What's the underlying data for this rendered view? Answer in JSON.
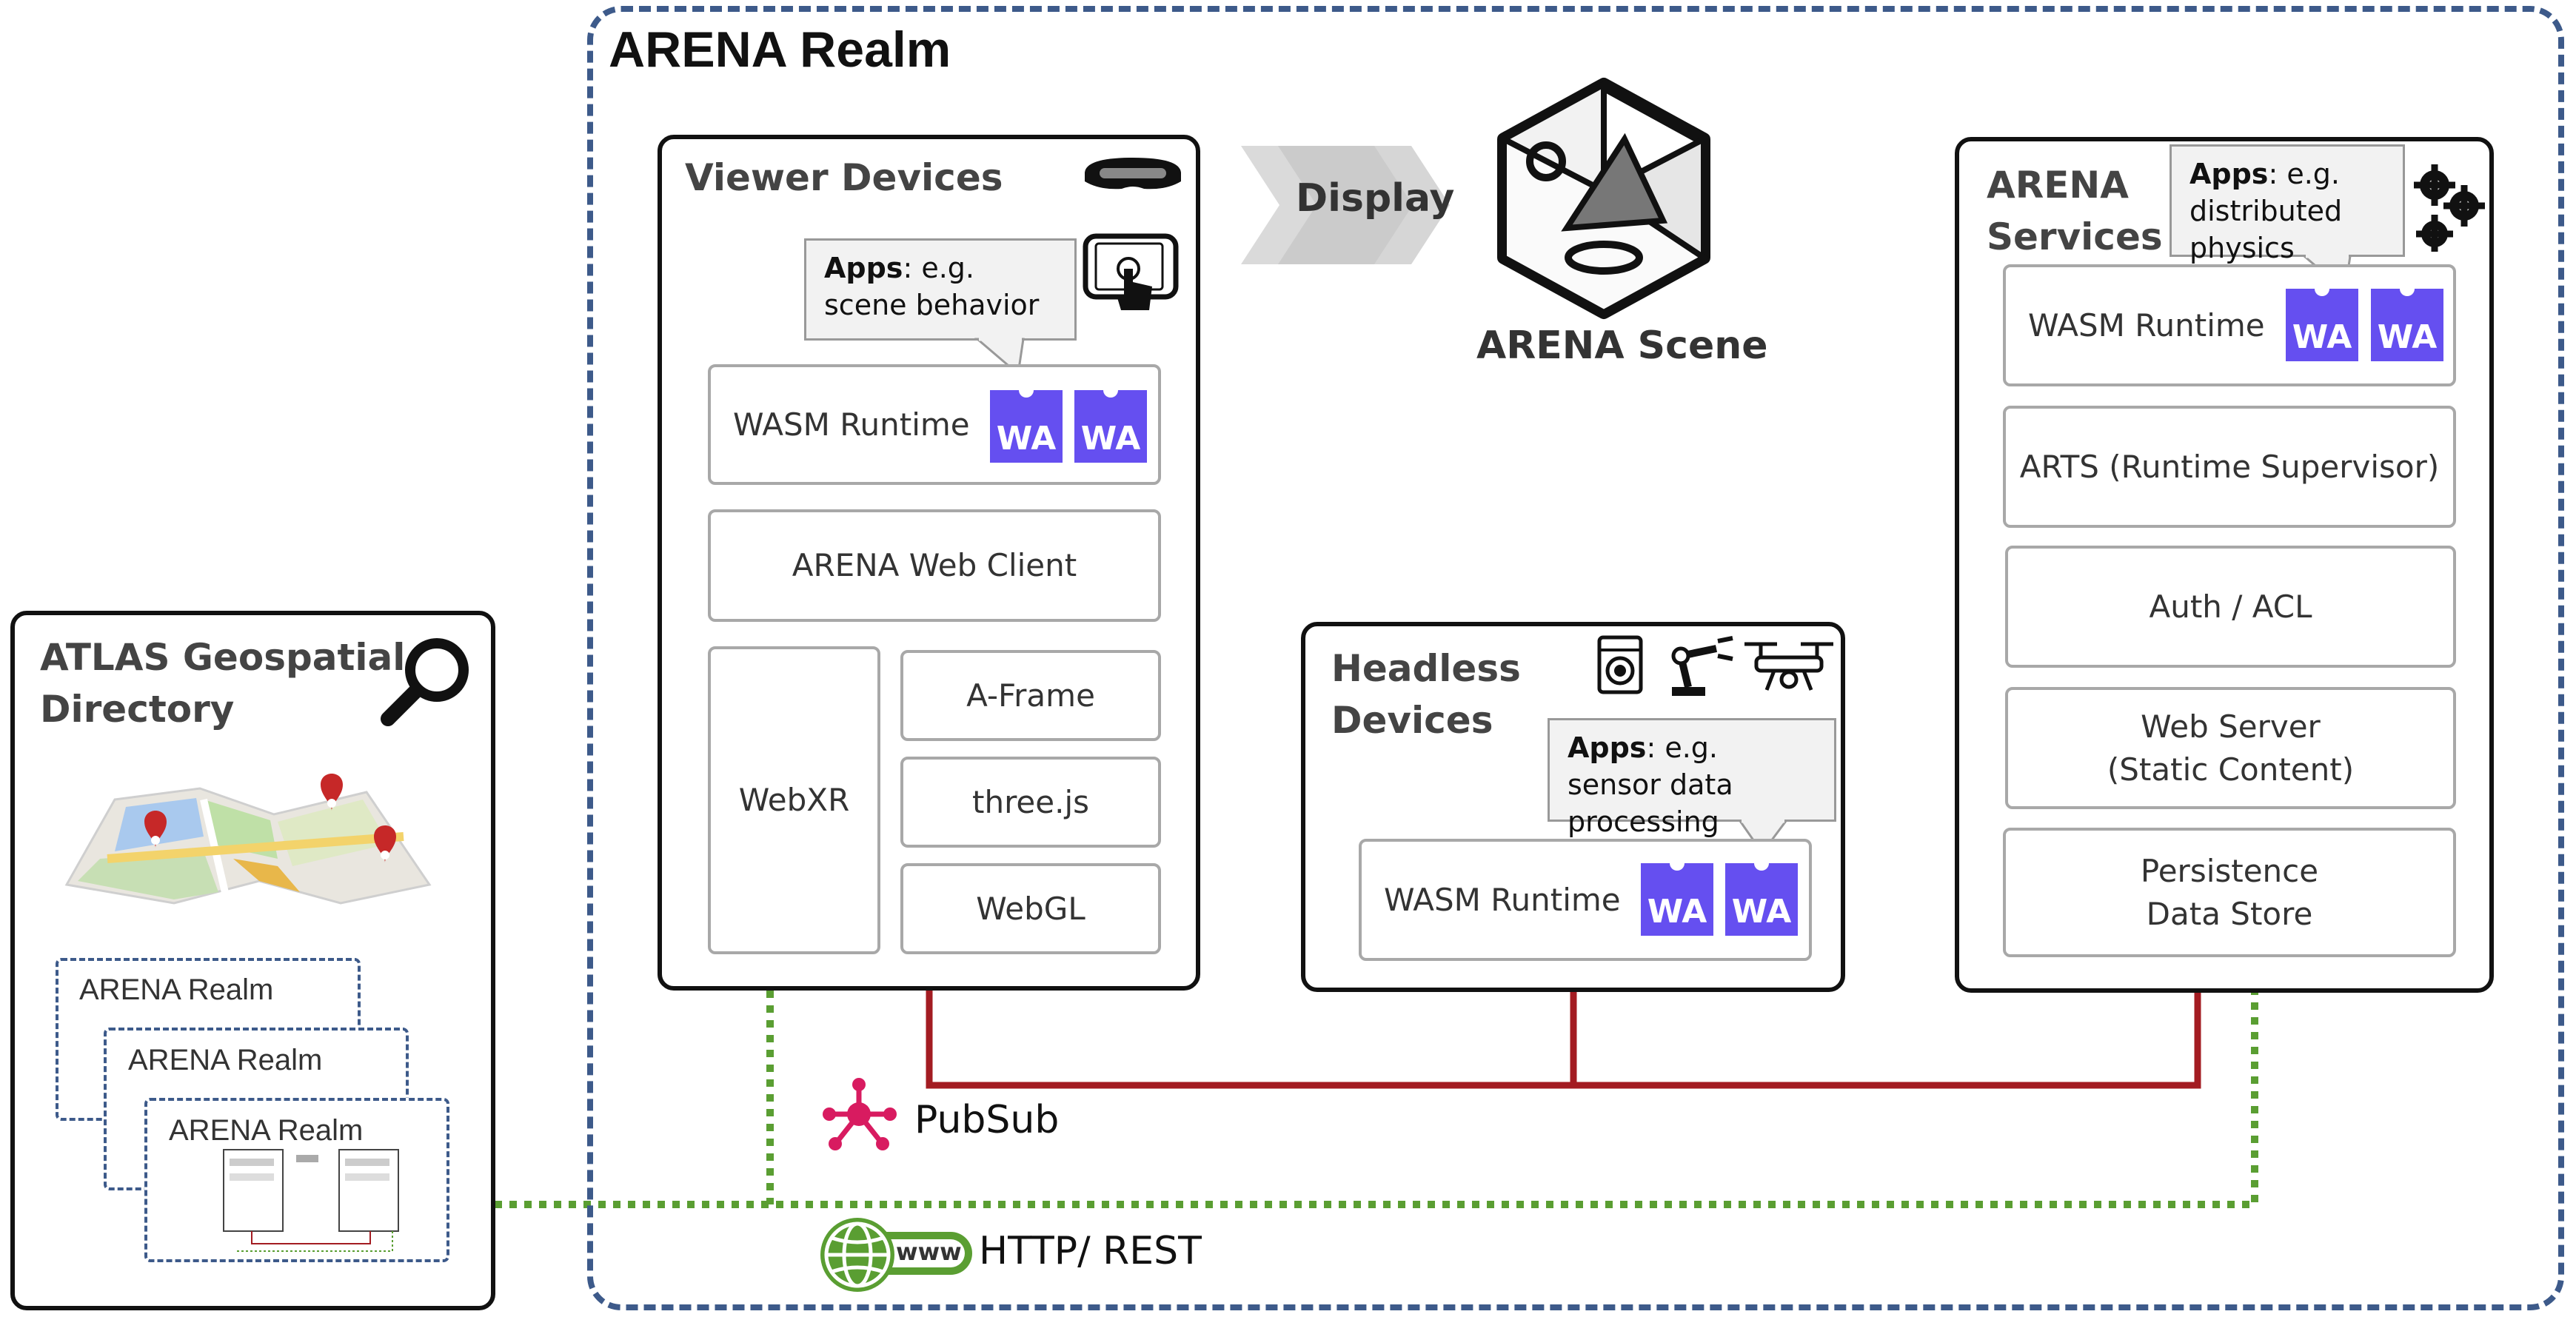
{
  "realm": {
    "title": "ARENA Realm"
  },
  "viewer": {
    "title": "Viewer Devices",
    "callout_bold": "Apps",
    "callout_text": ": e.g. scene behavior",
    "wasm_label": "WASM Runtime",
    "wa_label": "WA",
    "web_client": "ARENA Web Client",
    "webxr": "WebXR",
    "aframe": "A-Frame",
    "threejs": "three.js",
    "webgl": "WebGL"
  },
  "display": {
    "label": "Display"
  },
  "scene": {
    "label": "ARENA Scene"
  },
  "services": {
    "title_line1": "ARENA",
    "title_line2": "Services",
    "callout_bold": "Apps",
    "callout_text": ": e.g. distributed physics",
    "wasm_label": "WASM Runtime",
    "wa_label": "WA",
    "arts": "ARTS (Runtime Supervisor)",
    "auth": "Auth / ACL",
    "webserver_line1": "Web Server",
    "webserver_line2": "(Static Content)",
    "persist_line1": "Persistence",
    "persist_line2": "Data Store"
  },
  "headless": {
    "title_line1": "Headless",
    "title_line2": "Devices",
    "callout_bold": "Apps",
    "callout_text": ": e.g. sensor data processing",
    "wasm_label": "WASM Runtime",
    "wa_label": "WA"
  },
  "atlas": {
    "title_line1": "ATLAS Geospatial",
    "title_line2": "Directory",
    "realm_label": "ARENA Realm"
  },
  "legend": {
    "pubsub": "PubSub",
    "http": "HTTP/ REST",
    "www": "www"
  },
  "colors": {
    "realm_border": "#3d5a8a",
    "wasm_purple": "#654ff0",
    "pubsub_red": "#a31c22",
    "http_green": "#5a9e32",
    "pubsub_icon": "#d81b60"
  }
}
